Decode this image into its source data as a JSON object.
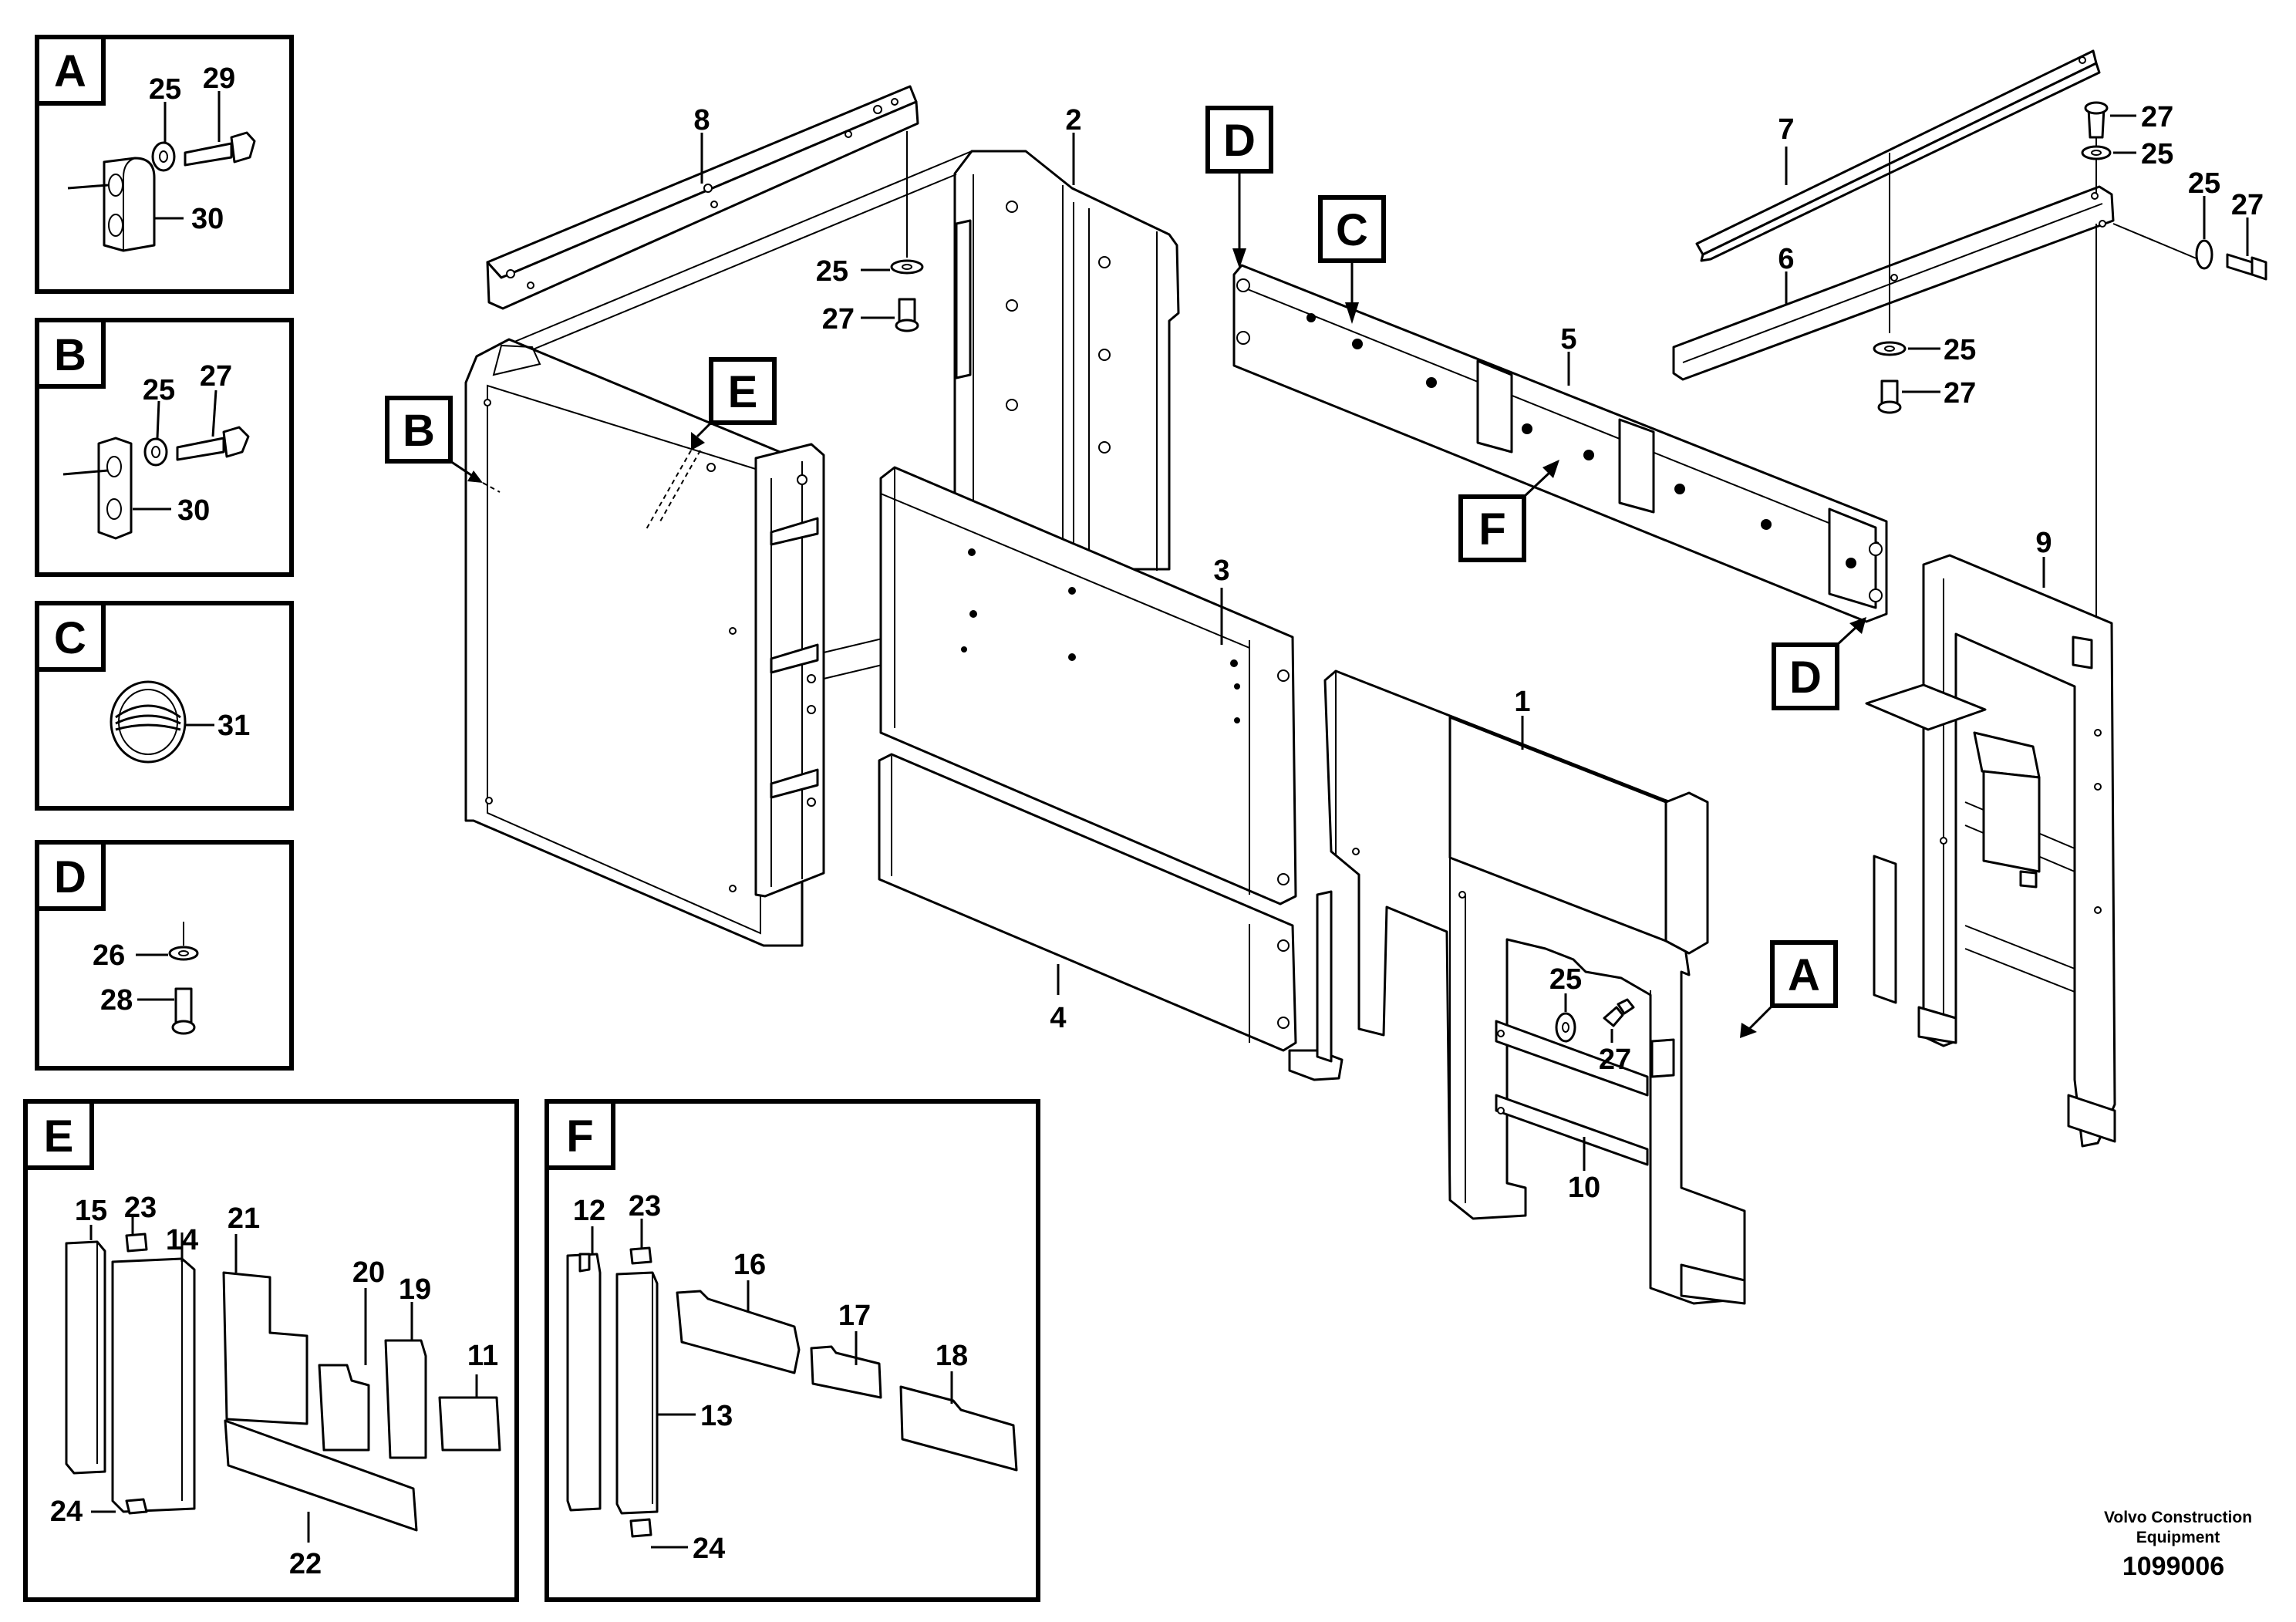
{
  "insets": {
    "A": {
      "title": "A",
      "items": [
        "25",
        "29",
        "30"
      ]
    },
    "B": {
      "title": "B",
      "items": [
        "25",
        "27",
        "30"
      ]
    },
    "C": {
      "title": "C",
      "items": [
        "31"
      ]
    },
    "D": {
      "title": "D",
      "items": [
        "26",
        "28"
      ]
    },
    "E": {
      "title": "E",
      "items": [
        "15",
        "23",
        "14",
        "21",
        "20",
        "19",
        "11",
        "24",
        "22"
      ]
    },
    "F": {
      "title": "F",
      "items": [
        "12",
        "23",
        "16",
        "17",
        "18",
        "13",
        "24"
      ]
    }
  },
  "callouts": {
    "B": "B",
    "E": "E",
    "D1": "D",
    "C": "C",
    "F": "F",
    "D2": "D",
    "A": "A"
  },
  "main_numbers": {
    "n8": "8",
    "n2": "2",
    "n25a": "25",
    "n27a": "27",
    "n3": "3",
    "n4": "4",
    "n5": "5",
    "n7": "7",
    "n27b": "27",
    "n25b": "25",
    "n25c": "25",
    "n27c": "27",
    "n6": "6",
    "n25d": "25",
    "n27d": "27",
    "n9": "9",
    "n1": "1",
    "n25e": "25",
    "n27e": "27",
    "n10": "10"
  },
  "footer": {
    "company_line1": "Volvo Construction",
    "company_line2": "Equipment",
    "drawing_number": "1099006"
  }
}
